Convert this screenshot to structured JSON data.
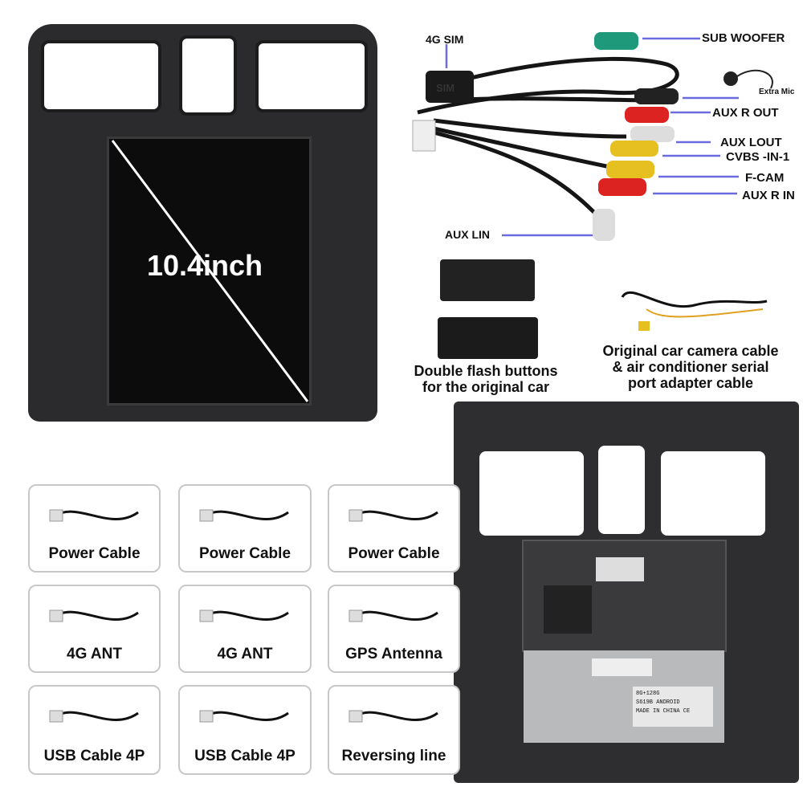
{
  "screen": {
    "size_label": "10.4inch"
  },
  "harness": {
    "labels": {
      "sim": "4G SIM",
      "sub_woofer": "SUB WOOFER",
      "extra_mic": "Extra Mic",
      "aux_r_out": "AUX R OUT",
      "aux_l_out": "AUX LOUT",
      "cvbs_in": "CVBS -IN-1",
      "f_cam": "F-CAM",
      "aux_r_in": "AUX R IN",
      "aux_l_in": "AUX LIN",
      "sim_box": "SIM"
    },
    "line_color": "#6b6be0"
  },
  "buttons": {
    "caption_line1": "Double flash buttons",
    "caption_line2": "for the original car"
  },
  "camera_cable": {
    "caption_line1": "Original car camera cable",
    "caption_line2": "& air conditioner serial",
    "caption_line3": "port adapter cable"
  },
  "back_sticker": {
    "memory": "8G+128G",
    "model": "S619B  ANDROID",
    "origin": "MADE IN CHINA CE"
  },
  "accessories": [
    {
      "label": "Power Cable"
    },
    {
      "label": "Power Cable"
    },
    {
      "label": "Power Cable"
    },
    {
      "label": "4G ANT"
    },
    {
      "label": "4G ANT"
    },
    {
      "label": "GPS Antenna"
    },
    {
      "label": "USB Cable 4P"
    },
    {
      "label": "USB Cable 4P"
    },
    {
      "label": "Reversing line"
    }
  ]
}
